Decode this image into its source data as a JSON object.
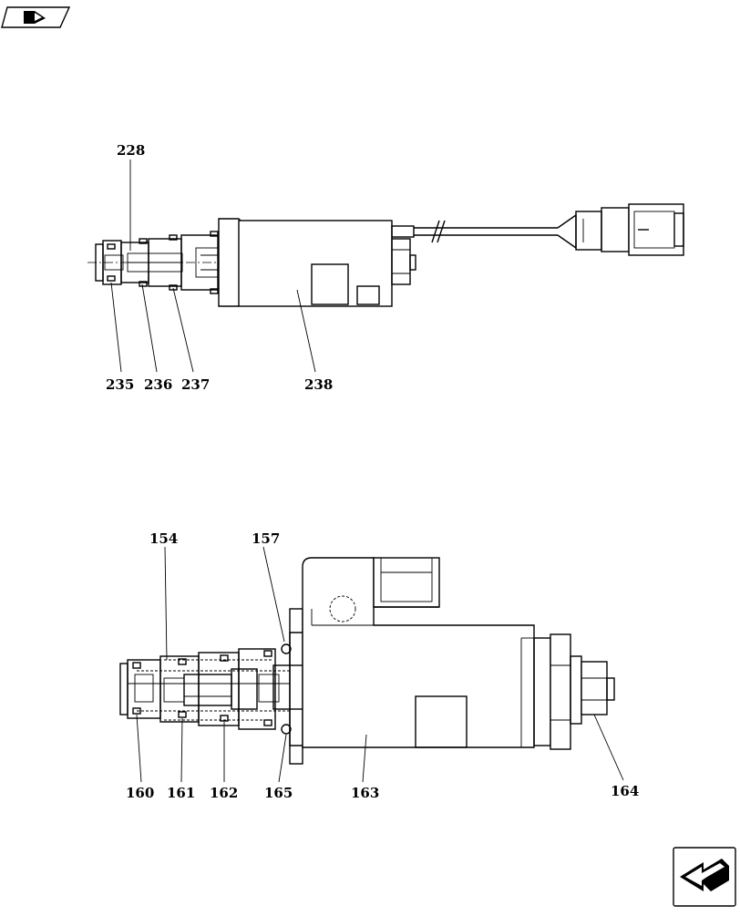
{
  "diagram": {
    "upper_assembly": {
      "callouts": [
        {
          "id": "228",
          "label": "228"
        },
        {
          "id": "235",
          "label": "235"
        },
        {
          "id": "236",
          "label": "236"
        },
        {
          "id": "237",
          "label": "237"
        },
        {
          "id": "238",
          "label": "238"
        }
      ]
    },
    "lower_assembly": {
      "callouts": [
        {
          "id": "154",
          "label": "154"
        },
        {
          "id": "157",
          "label": "157"
        },
        {
          "id": "160",
          "label": "160"
        },
        {
          "id": "161",
          "label": "161"
        },
        {
          "id": "162",
          "label": "162"
        },
        {
          "id": "165",
          "label": "165"
        },
        {
          "id": "163",
          "label": "163"
        },
        {
          "id": "164",
          "label": "164"
        }
      ]
    }
  },
  "icons": {
    "top_left": "book-page-icon",
    "bottom_right": "next-page-arrow-icon"
  }
}
